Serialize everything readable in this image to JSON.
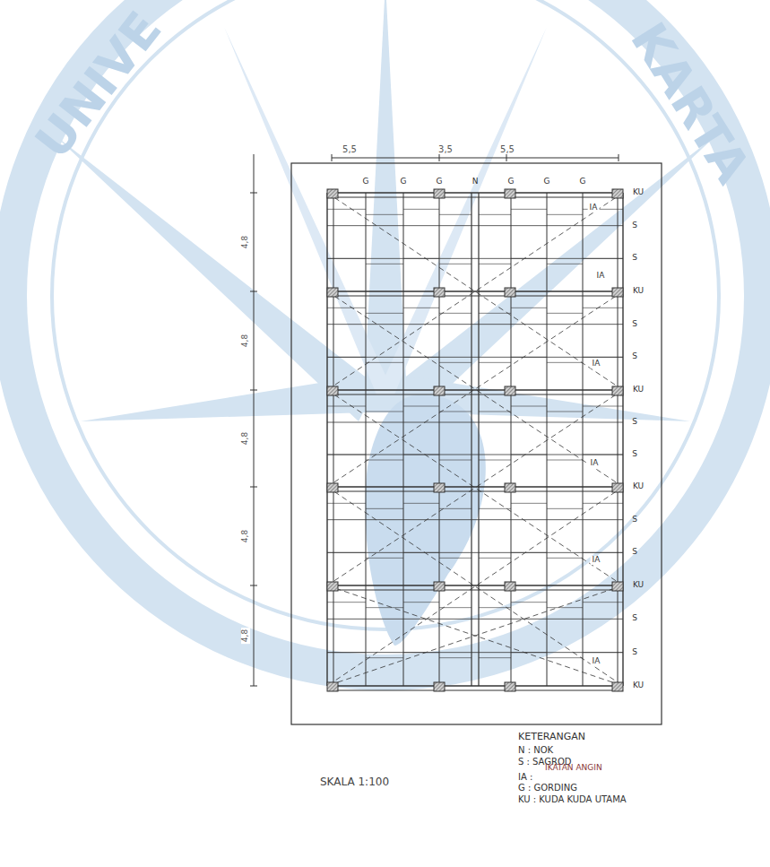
{
  "diagram": {
    "labels": [
      "UNIVE",
      "KARTA",
      "5,5",
      "3,5",
      "5,5",
      "4,8",
      "4,8",
      "4,8",
      "4,8",
      "4,8",
      "G",
      "G",
      "G",
      "N",
      "G",
      "G",
      "G",
      "KU",
      "S",
      "S",
      "KU",
      "S",
      "S",
      "KU",
      "S",
      "S",
      "KU",
      "S",
      "S",
      "KU",
      "S",
      "S",
      "KU",
      "IA",
      "IA",
      "IA",
      "IA",
      "IA",
      "IA",
      "KETERANGAN",
      "N : NOK",
      "S : SAGROD",
      "IA :",
      "IKATAN ANGIN",
      "G : GORDING",
      "KU : KUDA KUDA UTAMA",
      "SKALA 1:100"
    ]
  }
}
